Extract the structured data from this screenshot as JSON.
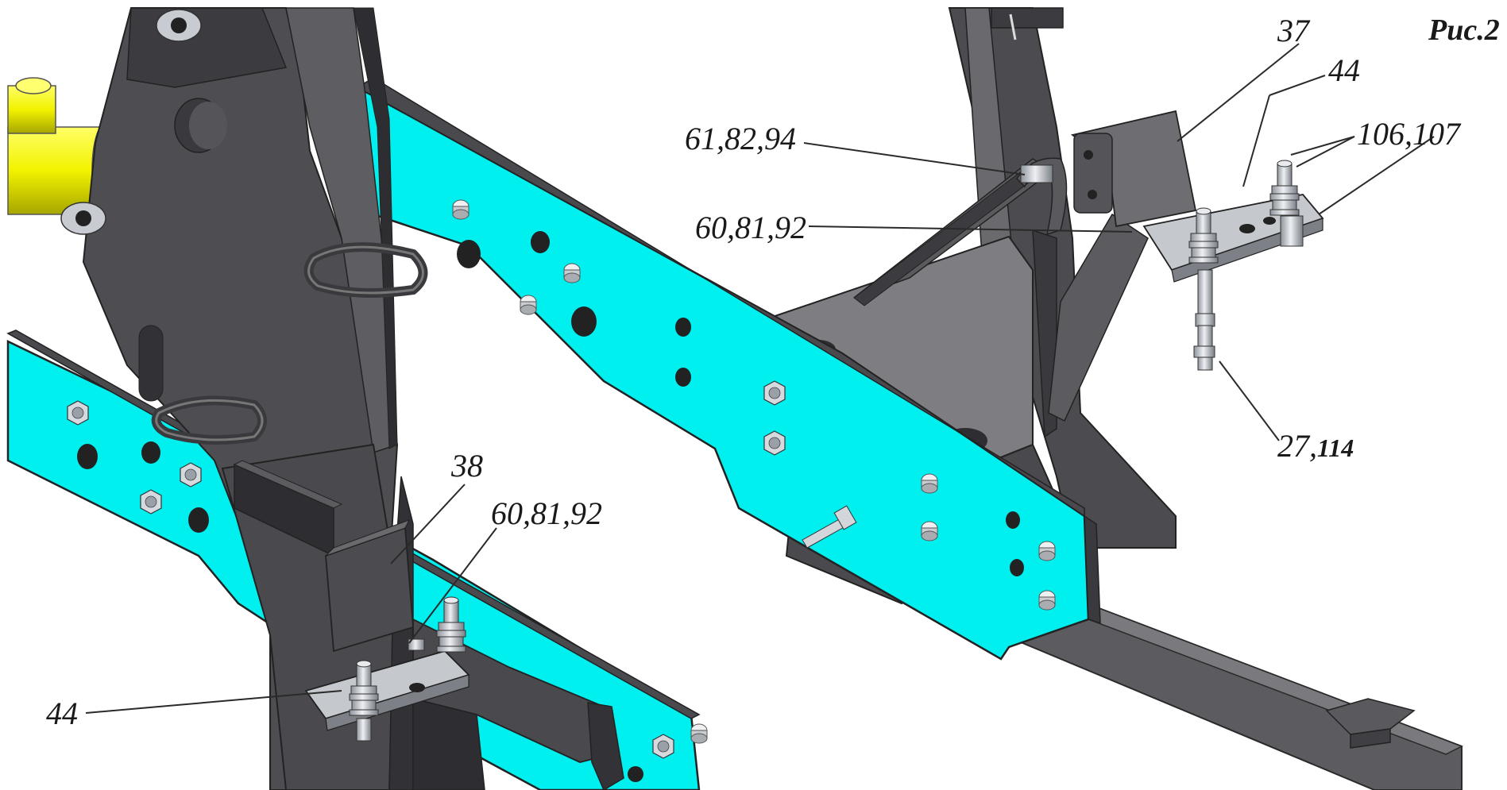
{
  "figure": {
    "label": "Рис.2"
  },
  "callouts": {
    "c37": "37",
    "c44_top": "44",
    "c106": "106,107",
    "c61": "61,82,94",
    "c60_top": "60,81,92",
    "c27_a": "27,",
    "c27_b": "114",
    "c38": "38",
    "c60_bot": "60,81,92",
    "c44_bot": "44"
  },
  "colors": {
    "frame_dark": "#4a4a4e",
    "frame_mid": "#5e5e62",
    "frame_light": "#8a8a8e",
    "beam_cyan": "#00f0f0",
    "cylinder_yellow": "#f2f200",
    "hardware_light": "#c8ccd2"
  }
}
